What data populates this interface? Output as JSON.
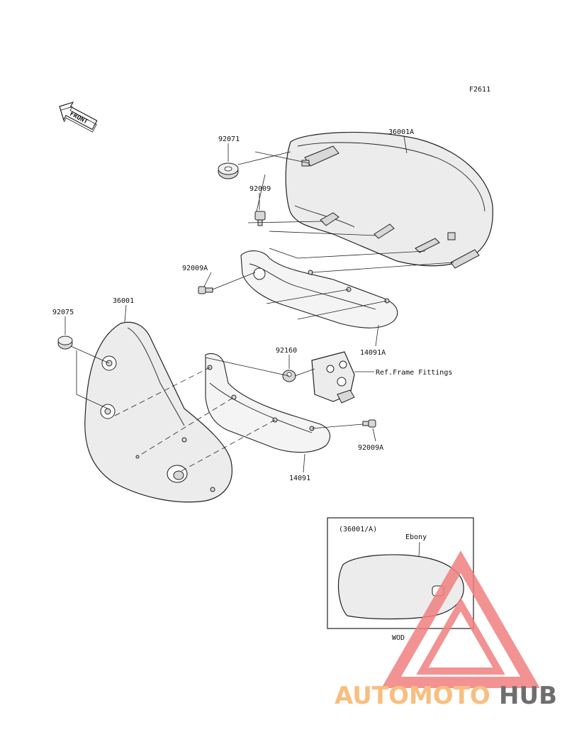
{
  "figure_code": "F2611",
  "front_label": "FRONT",
  "parts": {
    "p36001A": "36001A",
    "p92071": "92071",
    "p92009": "92009",
    "p92009A_top": "92009A",
    "p36001": "36001",
    "p92075": "92075",
    "p92160": "92160",
    "ref_frame": "Ref.Frame Fittings",
    "p14091A": "14091A",
    "p92009A_bottom": "92009A",
    "p14091": "14091"
  },
  "inset": {
    "title": "(36001/A)",
    "color_label": "Ebony",
    "code": "WOD"
  },
  "watermark": {
    "part1": "AUTOMOTO",
    "part2": "HUB",
    "color1": "#f7b36a",
    "color2": "#555555",
    "triangle_color": "#f08080"
  }
}
